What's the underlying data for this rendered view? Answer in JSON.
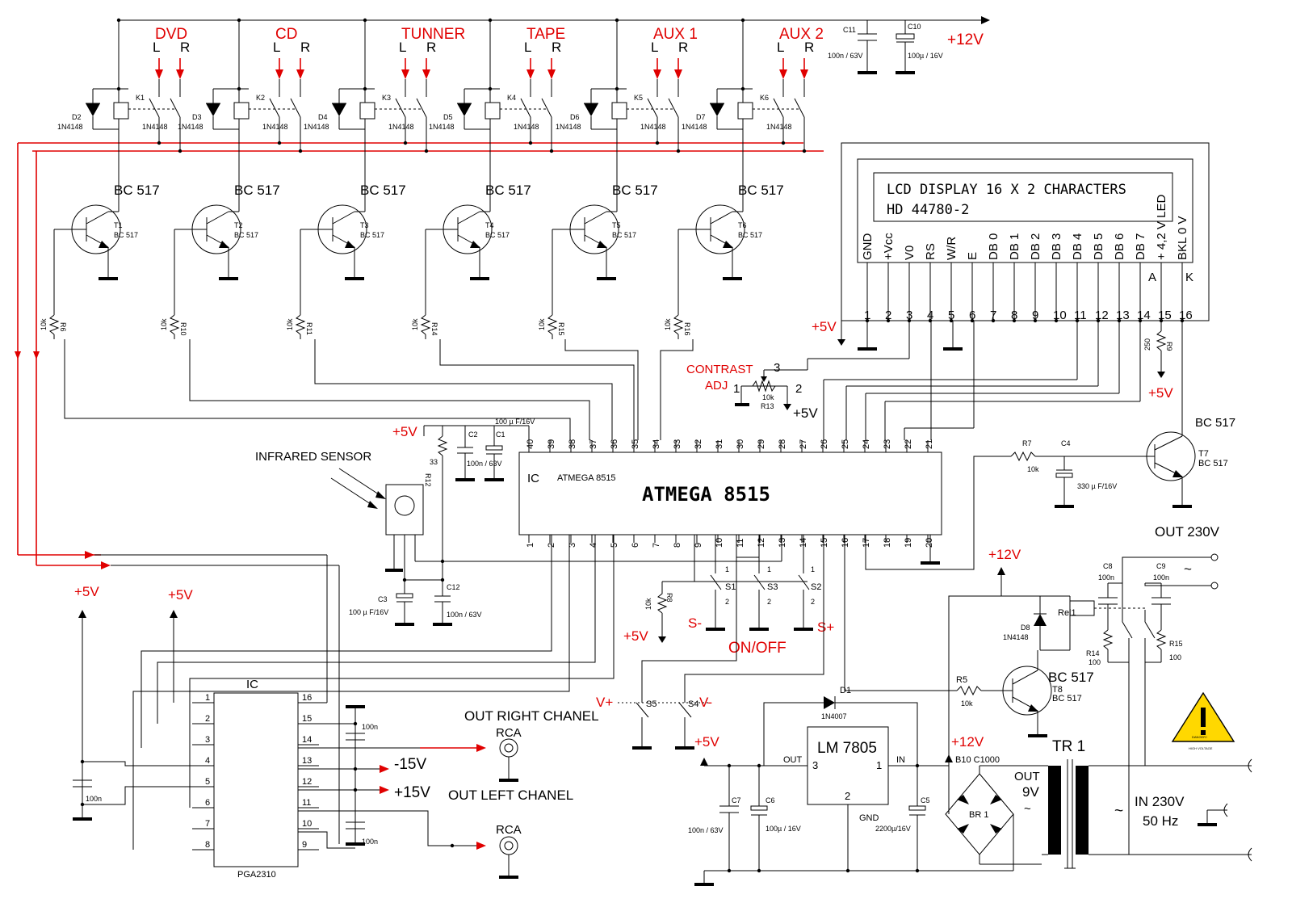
{
  "colors": {
    "wire": "#000000",
    "signal": "#e00000",
    "warning": "#ffd800",
    "background": "#ffffff"
  },
  "power": {
    "plus12": "+12V",
    "plus5": "+5V",
    "minus15": "-15V",
    "plus15": "+15V",
    "out230": "OUT 230V",
    "in230": "IN 230V",
    "hz": "50 Hz",
    "out9v_a": "OUT",
    "out9v_b": "9V",
    "tilde": "~",
    "tr1": "TR 1",
    "br1": "BR 1",
    "b10": "B10 C1000",
    "danger_text": "DANGER !",
    "high_voltage": "HIGH VOLTAGE"
  },
  "inputs": [
    {
      "name": "DVD",
      "l": "L",
      "r": "R",
      "diode": "D2",
      "relay": "K1"
    },
    {
      "name": "CD",
      "l": "L",
      "r": "R",
      "diode": "D3",
      "relay": "K2"
    },
    {
      "name": "TUNNER",
      "l": "L",
      "r": "R",
      "diode": "D4",
      "relay": "K3"
    },
    {
      "name": "TAPE",
      "l": "L",
      "r": "R",
      "diode": "D5",
      "relay": "K4"
    },
    {
      "name": "AUX 1",
      "l": "L",
      "r": "R",
      "diode": "D6",
      "relay": "K5"
    },
    {
      "name": "AUX 2",
      "l": "L",
      "r": "R",
      "diode": "D7",
      "relay": "K6"
    }
  ],
  "diode_type": "1N4148",
  "transistor_type": "BC 517",
  "transistors": [
    "T1",
    "T2",
    "T3",
    "T4",
    "T5",
    "T6"
  ],
  "base_resistors": [
    {
      "name": "R6",
      "value": "10k"
    },
    {
      "name": "R10",
      "value": "10k"
    },
    {
      "name": "R11",
      "value": "10k"
    },
    {
      "name": "R14",
      "value": "10k"
    },
    {
      "name": "R15",
      "value": "10k"
    },
    {
      "name": "R16",
      "value": "10k"
    }
  ],
  "caps_top": {
    "c11": "C11",
    "c11v": "100n / 63V",
    "c10": "C10",
    "c10v": "100µ / 16V"
  },
  "lcd": {
    "line1": "LCD DISPLAY 16 X 2 CHARACTERS",
    "line2": "HD 44780-2",
    "pins": [
      {
        "num": "1",
        "label": "GND"
      },
      {
        "num": "2",
        "label": "+Vcc"
      },
      {
        "num": "3",
        "label": "V0"
      },
      {
        "num": "4",
        "label": "RS"
      },
      {
        "num": "5",
        "label": "W/R"
      },
      {
        "num": "6",
        "label": "E"
      },
      {
        "num": "7",
        "label": "DB 0"
      },
      {
        "num": "8",
        "label": "DB 1"
      },
      {
        "num": "9",
        "label": "DB 2"
      },
      {
        "num": "10",
        "label": "DB 3"
      },
      {
        "num": "11",
        "label": "DB 4"
      },
      {
        "num": "12",
        "label": "DB 5"
      },
      {
        "num": "13",
        "label": "DB 6"
      },
      {
        "num": "14",
        "label": "DB 7"
      },
      {
        "num": "15",
        "label": "+ 4,2 V LED"
      },
      {
        "num": "16",
        "label": "BKL 0 V"
      }
    ],
    "a": "A",
    "k": "K",
    "r9": "R9",
    "r9v": "250"
  },
  "contrast": {
    "label1": "CONTRAST",
    "label2": "ADJ",
    "r13": "R13",
    "r13v": "10k",
    "p1": "1",
    "p2": "2",
    "p3": "3"
  },
  "mcu": {
    "ic": "IC",
    "small": "ATMEGA 8515",
    "big": "ATMEGA 8515",
    "top_pins": [
      "40",
      "39",
      "38",
      "37",
      "36",
      "35",
      "34",
      "33",
      "32",
      "31",
      "30",
      "29",
      "28",
      "27",
      "26",
      "25",
      "24",
      "23",
      "22",
      "21"
    ],
    "bottom_pins": [
      "1",
      "2",
      "3",
      "4",
      "5",
      "6",
      "7",
      "8",
      "9",
      "10",
      "11",
      "12",
      "13",
      "14",
      "15",
      "16",
      "17",
      "18",
      "19",
      "20"
    ]
  },
  "supply_decoupling": {
    "r12": "R12",
    "r12v": "33",
    "c2": "C2",
    "c1": "C1",
    "c1v": "100 µ F/16V",
    "c2v": "100n / 63V"
  },
  "ir": {
    "label": "INFRARED SENSOR",
    "c3": "C3",
    "c3v": "100 µ F/16V",
    "c12": "C12",
    "c12v": "100n / 63V"
  },
  "backlight": {
    "r7": "R7",
    "r7v": "10k",
    "c4": "C4",
    "c4v": "330 µ F/16V",
    "t7": "T7",
    "t7type": "BC 517",
    "t7title": "BC 517"
  },
  "buttons": {
    "r8": "R8",
    "r8v": "10k",
    "s1": "S1",
    "s3": "S3",
    "s2": "S2",
    "s5": "S5",
    "s4": "S4",
    "s_minus": "S-",
    "onoff": "ON/OFF",
    "s_plus": "S+",
    "v_plus": "V+",
    "v_minus": "V-",
    "one": "1",
    "two": "2"
  },
  "pga": {
    "title": "IC",
    "part": "PGA2310",
    "left_pins": [
      "1",
      "2",
      "3",
      "4",
      "5",
      "6",
      "7",
      "8"
    ],
    "right_pins": [
      "16",
      "15",
      "14",
      "13",
      "12",
      "11",
      "10",
      "9"
    ],
    "cap": "100n",
    "out_right": "OUT RIGHT CHANEL",
    "out_left": "OUT LEFT CHANEL",
    "rca": "RCA"
  },
  "regulator": {
    "name": "LM 7805",
    "pin1": "1",
    "pin2": "2",
    "pin3": "3",
    "out": "OUT",
    "in": "IN",
    "gnd": "GND",
    "d1": "D1",
    "d1type": "1N4007",
    "c7": "C7",
    "c7v": "100n / 63V",
    "c6": "C6",
    "c6v": "100µ / 16V",
    "c5": "C5",
    "c5v": "2200µ/16V"
  },
  "relay_out": {
    "rel1": "Rel1",
    "d8": "D8",
    "d8type": "1N4148",
    "r5": "R5",
    "r5v": "10k",
    "t8": "T8",
    "t8type": "BC 517",
    "t8title": "BC 517",
    "c8": "C8",
    "c8v": "100n",
    "c9": "C9",
    "c9v": "100n",
    "r14": "R14",
    "r14v": "100",
    "r15": "R15",
    "r15v": "100"
  }
}
